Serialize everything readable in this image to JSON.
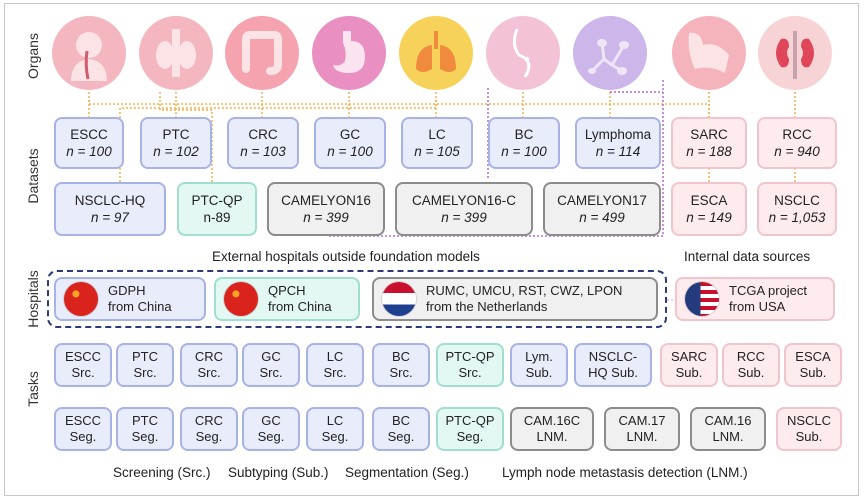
{
  "row_labels": {
    "organs": "Organs",
    "datasets": "Datasets",
    "hospitals": "Hospitals",
    "tasks": "Tasks"
  },
  "organs": [
    {
      "icon": "esophagus-icon",
      "color": "#f4b7bf"
    },
    {
      "icon": "thyroid-icon",
      "color": "#f4b7bf"
    },
    {
      "icon": "colon-icon",
      "color": "#f5a3ae"
    },
    {
      "icon": "stomach-icon",
      "color": "#e98fc2"
    },
    {
      "icon": "lung-icon",
      "color": "#f7d25a"
    },
    {
      "icon": "breast-icon",
      "color": "#f3c2d7"
    },
    {
      "icon": "lymph-node-icon",
      "color": "#cdb6ea"
    },
    {
      "icon": "sarcoma-arm-icon",
      "color": "#f5b3bc"
    },
    {
      "icon": "kidney-icon",
      "color": "#f7d3d6"
    }
  ],
  "datasets_row1": [
    {
      "name": "ESCC",
      "n": "n = 100"
    },
    {
      "name": "PTC",
      "n": "n = 102"
    },
    {
      "name": "CRC",
      "n": "n = 103"
    },
    {
      "name": "GC",
      "n": "n = 100"
    },
    {
      "name": "LC",
      "n": "n = 105"
    },
    {
      "name": "BC",
      "n": "n = 100"
    },
    {
      "name": "Lymphoma",
      "n": "n = 114"
    },
    {
      "name": "SARC",
      "n": "n = 188"
    },
    {
      "name": "RCC",
      "n": "n = 940"
    }
  ],
  "datasets_row2": [
    {
      "name": "NSCLC-HQ",
      "n": "n = 97"
    },
    {
      "name": "PTC-QP",
      "n": "n-89"
    },
    {
      "name": "CAMELYON16",
      "n": "n = 399"
    },
    {
      "name": "CAMELYON16-C",
      "n": "n = 399"
    },
    {
      "name": "CAMELYON17",
      "n": "n = 499"
    },
    {
      "name": "ESCA",
      "n": "n = 149"
    },
    {
      "name": "NSCLC",
      "n": "n = 1,053"
    }
  ],
  "captions": {
    "external": "External hospitals outside foundation models",
    "internal": "Internal data sources"
  },
  "hospitals": [
    {
      "line1": "GDPH",
      "line2": "from China"
    },
    {
      "line1": "QPCH",
      "line2": "from China"
    },
    {
      "line1": "RUMC, UMCU, RST, CWZ, LPON",
      "line2": "from the Netherlands"
    },
    {
      "line1": "TCGA project",
      "line2": "from USA"
    }
  ],
  "tasks_row1": [
    {
      "l1": "ESCC",
      "l2": "Src."
    },
    {
      "l1": "PTC",
      "l2": "Src."
    },
    {
      "l1": "CRC",
      "l2": "Src."
    },
    {
      "l1": "GC",
      "l2": "Src."
    },
    {
      "l1": "LC",
      "l2": "Src."
    },
    {
      "l1": "BC",
      "l2": "Src."
    },
    {
      "l1": "PTC-QP",
      "l2": "Src."
    },
    {
      "l1": "Lym.",
      "l2": "Sub."
    },
    {
      "l1": "NSCLC-",
      "l2": "HQ Sub."
    },
    {
      "l1": "SARC",
      "l2": "Sub."
    },
    {
      "l1": "RCC",
      "l2": "Sub."
    },
    {
      "l1": "ESCA",
      "l2": "Sub."
    }
  ],
  "tasks_row2": [
    {
      "l1": "ESCC",
      "l2": "Seg."
    },
    {
      "l1": "PTC",
      "l2": "Seg."
    },
    {
      "l1": "CRC",
      "l2": "Seg."
    },
    {
      "l1": "GC",
      "l2": "Seg."
    },
    {
      "l1": "LC",
      "l2": "Seg."
    },
    {
      "l1": "BC",
      "l2": "Seg."
    },
    {
      "l1": "PTC-QP",
      "l2": "Seg."
    },
    {
      "l1": "CAM.16C",
      "l2": "LNM."
    },
    {
      "l1": "CAM.17",
      "l2": "LNM."
    },
    {
      "l1": "CAM.16",
      "l2": "LNM."
    },
    {
      "l1": "NSCLC",
      "l2": "Sub."
    }
  ],
  "legend": {
    "src": "Screening (Src.)",
    "sub": "Subtyping (Sub.)",
    "seg": "Segmentation (Seg.)",
    "lnm": "Lymph node metastasis detection (LNM.)"
  }
}
